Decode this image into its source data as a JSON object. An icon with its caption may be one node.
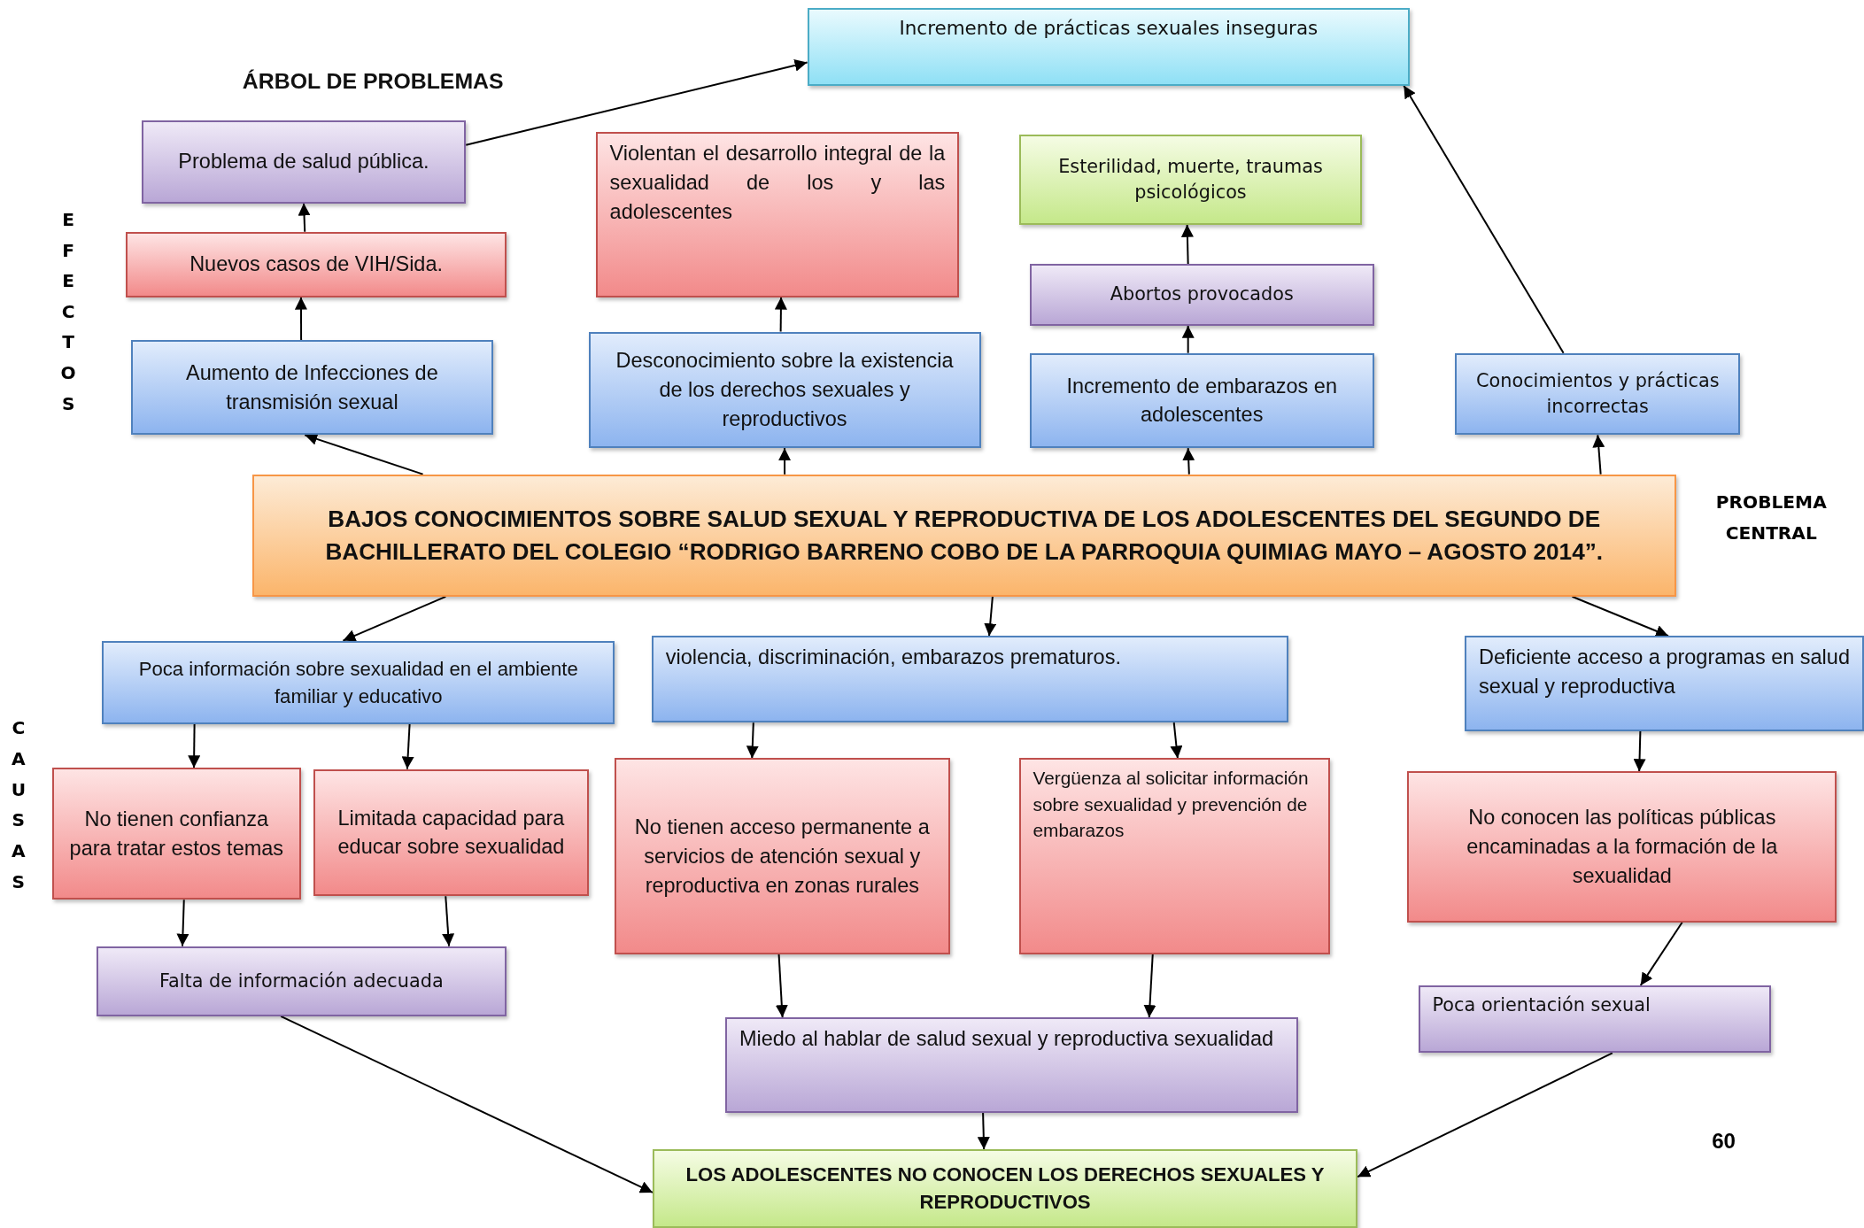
{
  "diagram": {
    "title": "ÁRBOL DE PROBLEMAS",
    "nodes": [
      {
        "text": [
          "Incremento de prácticas sexuales inseguras"
        ]
      },
      {
        "text": [
          "Problema de salud pública."
        ]
      },
      {
        "text": [
          "Violentan el desarrollo integral de la sexualidad de los y las adolescentes"
        ]
      },
      {
        "text": [
          "Esterilidad, muerte, traumas psicológicos"
        ]
      },
      {
        "text": [
          "Nuevos casos de VIH/Sida."
        ]
      },
      {
        "text": [
          "Abortos provocados"
        ]
      },
      {
        "text": [
          "Aumento de Infecciones de transmisión sexual"
        ]
      },
      {
        "text": [
          "Desconocimiento sobre la existencia de los derechos sexuales y reproductivos"
        ]
      },
      {
        "text": [
          "Incremento de embarazos en adolescentes"
        ]
      },
      {
        "text": [
          "Conocimientos y prácticas incorrectas"
        ]
      },
      {
        "text": [
          "BAJOS CONOCIMIENTOS SOBRE SALUD SEXUAL Y REPRODUCTIVA DE LOS ADOLESCENTES DEL SEGUNDO DE BACHILLERATO DEL COLEGIO “RODRIGO BARRENO COBO DE LA PARROQUIA QUIMIAG MAYO – AGOSTO 2014”."
        ]
      },
      {
        "text": [
          "Poca información sobre sexualidad en el ambiente familiar y educativo"
        ]
      },
      {
        "text": [
          "violencia, discriminación, embarazos prematuros."
        ]
      },
      {
        "text": [
          "Deficiente acceso a programas en salud sexual y reproductiva"
        ]
      },
      {
        "text": [
          "No tienen confianza para tratar estos temas"
        ]
      },
      {
        "text": [
          "Limitada capacidad para educar sobre sexualidad"
        ]
      },
      {
        "text": [
          "No tienen acceso permanente a servicios de atención sexual y reproductiva en zonas rurales"
        ]
      },
      {
        "text": [
          "Vergüenza al solicitar información sobre sexualidad y prevención de embarazos"
        ]
      },
      {
        "text": [
          "No conocen las políticas públicas encaminadas a la formación de la sexualidad"
        ]
      },
      {
        "text": [
          "Falta de información adecuada"
        ]
      },
      {
        "text": [
          "Poca  orientación sexual"
        ]
      },
      {
        "text": [
          "Miedo al hablar de salud sexual y reproductiva sexualidad"
        ]
      },
      {
        "text": [
          "LOS ADOLESCENTES NO CONOCEN LOS DERECHOS SEXUALES Y REPRODUCTIVOS"
        ]
      }
    ],
    "edges": [
      {
        "from": 1,
        "to": 0,
        "arrow": "to"
      },
      {
        "from": 4,
        "to": 1,
        "arrow": "to"
      },
      {
        "from": 6,
        "to": 4,
        "arrow": "to"
      },
      {
        "from": 10,
        "to": 6,
        "arrow": "to"
      },
      {
        "from": 7,
        "to": 2,
        "arrow": "to"
      },
      {
        "from": 10,
        "to": 7,
        "arrow": "to"
      },
      {
        "from": 5,
        "to": 3,
        "arrow": "to"
      },
      {
        "from": 8,
        "to": 5,
        "arrow": "to"
      },
      {
        "from": 10,
        "to": 8,
        "arrow": "to"
      },
      {
        "from": 9,
        "to": 0,
        "arrow": "to"
      },
      {
        "from": 10,
        "to": 9,
        "arrow": "to"
      },
      {
        "from": 10,
        "to": 11,
        "arrow": "to"
      },
      {
        "from": 10,
        "to": 12,
        "arrow": "to"
      },
      {
        "from": 10,
        "to": 13,
        "arrow": "to"
      },
      {
        "from": 11,
        "to": 14,
        "arrow": "to"
      },
      {
        "from": 11,
        "to": 15,
        "arrow": "to"
      },
      {
        "from": 12,
        "to": 16,
        "arrow": "to"
      },
      {
        "from": 12,
        "to": 17,
        "arrow": "to"
      },
      {
        "from": 13,
        "to": 18,
        "arrow": "to"
      },
      {
        "from": 14,
        "to": 19,
        "arrow": "to"
      },
      {
        "from": 15,
        "to": 19,
        "arrow": "to"
      },
      {
        "from": 16,
        "to": 21,
        "arrow": "to"
      },
      {
        "from": 17,
        "to": 21,
        "arrow": "to"
      },
      {
        "from": 18,
        "to": 20,
        "arrow": "to"
      },
      {
        "from": 21,
        "to": 22,
        "arrow": "to"
      },
      {
        "from": 19,
        "to": 22,
        "arrow": "to"
      },
      {
        "from": 20,
        "to": 22,
        "arrow": "to"
      }
    ],
    "labels": [
      "EFECTOS",
      "PROBLEMA CENTRAL",
      "CAUSAS",
      "60"
    ]
  }
}
